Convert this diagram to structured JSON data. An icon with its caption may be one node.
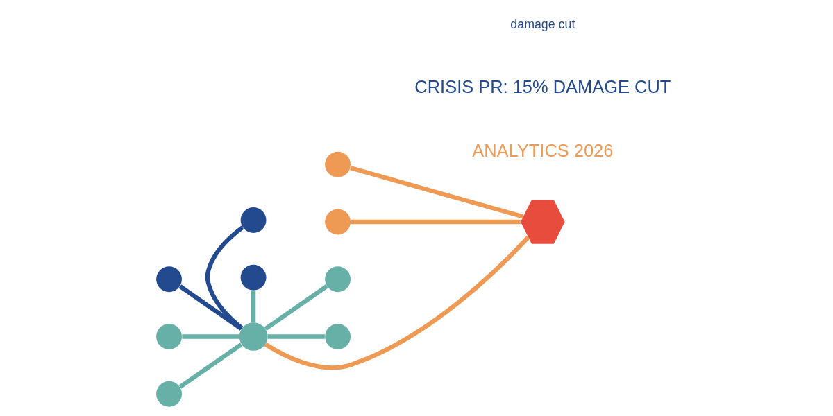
{
  "diagram": {
    "nodes": [
      {
        "text": [],
        "shape": "circle"
      },
      {
        "text": [],
        "shape": "circle"
      },
      {
        "text": [],
        "shape": "circle"
      },
      {
        "text": [],
        "shape": "circle"
      },
      {
        "text": [],
        "shape": "circle"
      },
      {
        "text": [],
        "shape": "circle"
      },
      {
        "text": [],
        "shape": "circle"
      },
      {
        "text": [],
        "shape": "circle"
      },
      {
        "text": [],
        "shape": "circle"
      },
      {
        "text": [],
        "shape": "circle"
      },
      {
        "text": [],
        "shape": "hexagon"
      }
    ],
    "edges": [
      {
        "from": 1,
        "to": 0,
        "arrow": "none",
        "color": "#234a8f"
      },
      {
        "from": 2,
        "to": 0,
        "arrow": "none",
        "color": "#234a8f"
      },
      {
        "from": 3,
        "to": 0,
        "arrow": "none"
      },
      {
        "from": 4,
        "to": 0,
        "arrow": "none"
      },
      {
        "from": 6,
        "to": 0,
        "arrow": "none"
      },
      {
        "from": 0,
        "to": 5,
        "arrow": "none"
      },
      {
        "from": 0,
        "to": 7,
        "arrow": "none"
      },
      {
        "from": 0,
        "to": 10,
        "arrow": "none",
        "color": "#ee9a55"
      },
      {
        "from": 8,
        "to": 10,
        "arrow": "none",
        "color": "#ee9a55"
      },
      {
        "from": 9,
        "to": 10,
        "arrow": "none",
        "color": "#ee9a55"
      }
    ],
    "labels": [
      "damage cut",
      "CRISIS PR: 15% DAMAGE CUT",
      "ANALYTICS 2026"
    ]
  }
}
